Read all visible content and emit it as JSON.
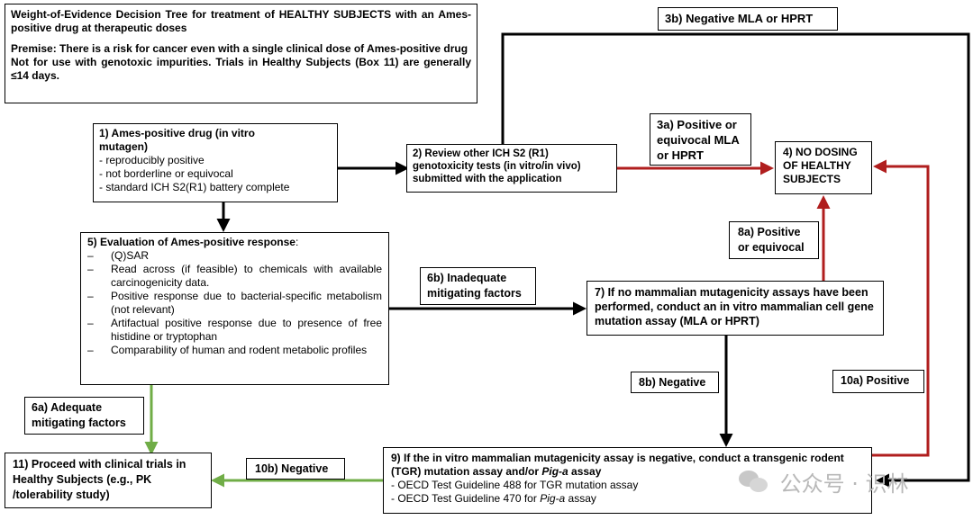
{
  "header": {
    "title": "Weight-of-Evidence Decision Tree for treatment of HEALTHY SUBJECTS with an Ames-positive drug at therapeutic doses",
    "premise": "Premise: There is a risk for cancer even with a single clinical dose of Ames-positive drug",
    "note": "Not for use with genotoxic impurities. Trials in Healthy Subjects (Box 11) are generally ≤14 days."
  },
  "box1": {
    "title": "1) Ames-positive drug (in vitro mutagen)",
    "items": [
      "- reproducibly positive",
      "- not borderline or equivocal",
      "- standard ICH S2(R1) battery complete"
    ]
  },
  "box2": {
    "text": "2) Review other ICH S2 (R1) genotoxicity tests (in vitro/in vivo) submitted with the application"
  },
  "label3a": {
    "text": "3a) Positive or equivocal MLA or HPRT"
  },
  "label3b": {
    "text": "3b) Negative MLA or HPRT"
  },
  "box4": {
    "text": "4) NO DOSING OF HEALTHY SUBJECTS"
  },
  "box5": {
    "title": "5) Evaluation of Ames-positive response",
    "title_suffix": ":",
    "bullet": "–",
    "items": [
      "(Q)SAR",
      "Read across (if feasible) to chemicals with available carcinogenicity data.",
      "Positive response due to bacterial-specific metabolism (not relevant)",
      "Artifactual positive response due to presence of free histidine or tryptophan",
      "Comparability of human and rodent metabolic profiles"
    ]
  },
  "label6a": {
    "text": "6a) Adequate mitigating factors"
  },
  "label6b": {
    "text": "6b) Inadequate mitigating factors"
  },
  "box7": {
    "text": "7) If no mammalian mutagenicity assays have been performed, conduct an in vitro mammalian cell gene mutation assay (MLA or HPRT)"
  },
  "label8a": {
    "text": "8a) Positive or equivocal"
  },
  "label8b": {
    "text": "8b) Negative"
  },
  "box9": {
    "title_a": "9) If the in vitro mammalian mutagenicity assay is negative, conduct a transgenic rodent (TGR) mutation assay and/or ",
    "title_b": "Pig-a",
    "title_c": " assay",
    "item1": "- OECD Test Guideline 488 for TGR mutation assay",
    "item2_a": "- OECD Test Guideline 470 for ",
    "item2_b": "Pig-a",
    "item2_c": " assay"
  },
  "label10a": {
    "text": "10a) Positive"
  },
  "label10b": {
    "text": "10b) Negative"
  },
  "box11": {
    "text": "11) Proceed with clinical trials in Healthy Subjects (e.g., PK /tolerability study)"
  },
  "watermark": {
    "text": "公众号 · 识林",
    "icon": "wechat-icon"
  },
  "colors": {
    "black_arrow": "#000000",
    "red_arrow": "#b01e1e",
    "green_arrow": "#70ad47"
  }
}
